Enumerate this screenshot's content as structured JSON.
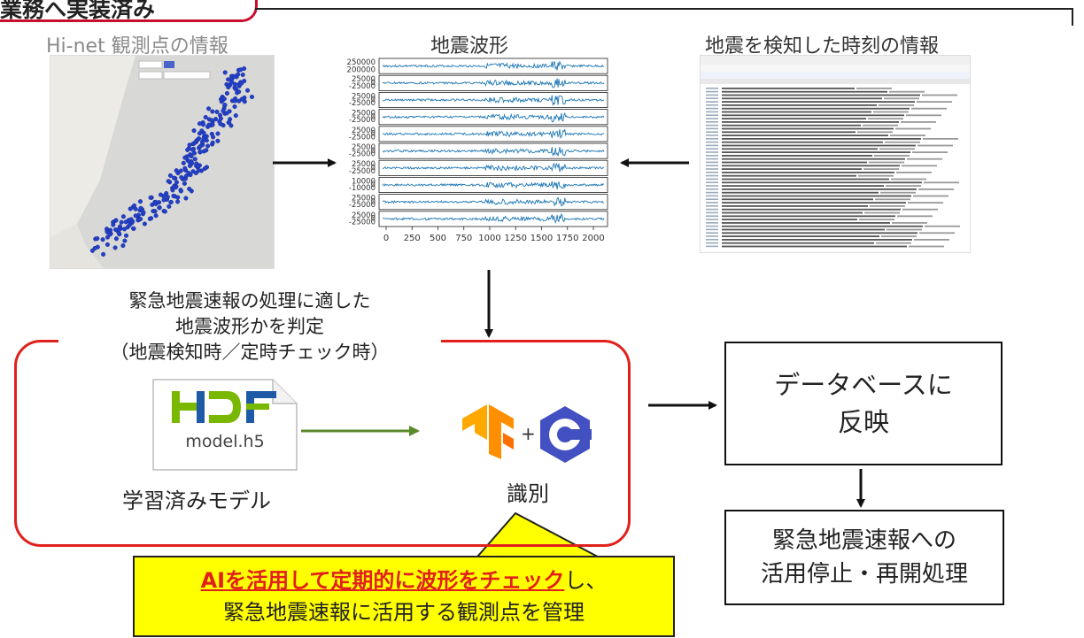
{
  "header": {
    "tab_label": "業務へ実装済み"
  },
  "hinet": {
    "title": "Hi-net 観測点の情報"
  },
  "waveform": {
    "title": "地震波形",
    "y_labels": [
      "250000",
      "200000",
      "25000",
      "0",
      "-25000",
      "25000",
      "0",
      "-25000",
      "25000",
      "0",
      "-25000",
      "25000",
      "0",
      "-25000",
      "25000",
      "0",
      "-25000",
      "25000",
      "0",
      "-25000",
      "10000",
      "0",
      "-10000",
      "25000",
      "0",
      "-25000",
      "25000",
      "0",
      "-25000"
    ],
    "x_ticks": [
      "0",
      "250",
      "500",
      "750",
      "1000",
      "1250",
      "1500",
      "1750",
      "2000"
    ]
  },
  "detect": {
    "title": "地震を検知した時刻の情報"
  },
  "judge": {
    "line1": "緊急地震速報の処理に適した",
    "line2": "地震波形かを判定",
    "line3": "（地震検知時／定時チェック時）"
  },
  "model": {
    "file_label": "model.h5",
    "caption": "学習済みモデル"
  },
  "identify": {
    "caption": "識別",
    "plus": "+"
  },
  "db_box": {
    "line1": "データベースに",
    "line2": "反映"
  },
  "eew_box": {
    "line1": "緊急地震速報への",
    "line2": "活用停止・再開処理"
  },
  "callout": {
    "highlight": "AIを活用して定期的に波形をチェック",
    "suffix": "し、",
    "line2": "緊急地震速報に活用する観測点を管理"
  },
  "colors": {
    "red": "#e0201b",
    "yellow": "#ffff00",
    "green": "#5a8a2a",
    "wave": "#1f77b4",
    "dot": "#2340c8"
  }
}
